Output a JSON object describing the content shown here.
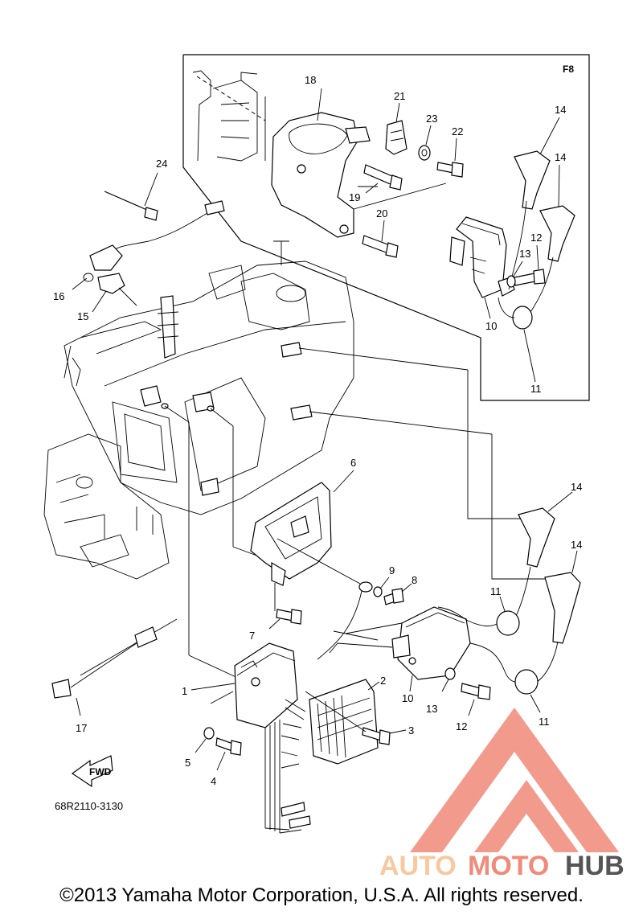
{
  "inset_label": "F8",
  "callouts": [
    "1",
    "2",
    "3",
    "4",
    "5",
    "6",
    "7",
    "8",
    "9",
    "10",
    "11",
    "12",
    "13",
    "14",
    "15",
    "16",
    "17",
    "18",
    "19",
    "20",
    "21",
    "22",
    "23",
    "24"
  ],
  "inset_callouts": {
    "c10": "10",
    "c11": "11",
    "c12": "12",
    "c13": "13",
    "c14a": "14",
    "c14b": "14",
    "c18": "18",
    "c19": "19",
    "c20": "20",
    "c21": "21",
    "c22": "22",
    "c23": "23"
  },
  "main_callouts": {
    "c1": "1",
    "c2": "2",
    "c3": "3",
    "c4": "4",
    "c5": "5",
    "c6": "6",
    "c7": "7",
    "c8": "8",
    "c9": "9",
    "c10": "10",
    "c11a": "11",
    "c11b": "11",
    "c12": "12",
    "c13": "13",
    "c14a": "14",
    "c14b": "14",
    "c15": "15",
    "c16": "16",
    "c17": "17",
    "c24": "24"
  },
  "fwd_label": "FWD",
  "drawing_number": "68R2110-3130",
  "watermark": {
    "auto": "AUTO",
    "moto": "MOTO",
    "hub": "HUB",
    "color_light": "#f7c9a0",
    "color_brand": "#f08a7a",
    "color_dark": "#555555"
  },
  "copyright": "©2013 Yamaha Motor Corporation, U.S.A. All rights reserved."
}
